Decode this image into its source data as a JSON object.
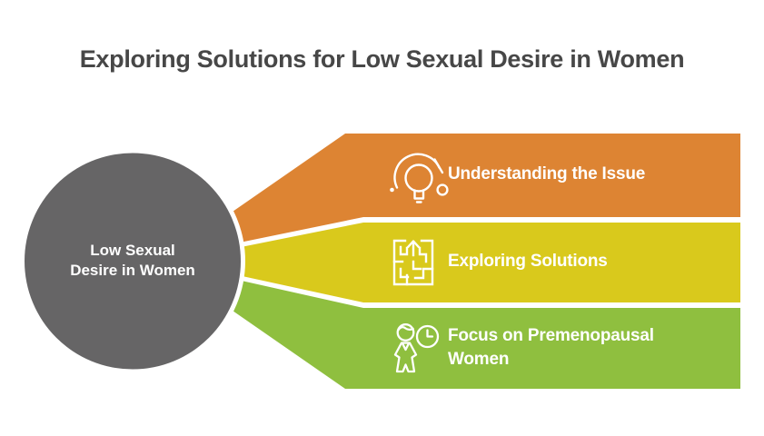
{
  "title": {
    "text": "Exploring Solutions for Low Sexual Desire in Women",
    "color": "#474747"
  },
  "center_node": {
    "line1": "Low Sexual",
    "line2": "Desire in Women",
    "fill": "#666566",
    "text_color": "#ffffff"
  },
  "branches": [
    {
      "id": "understanding-the-issue",
      "label": "Understanding the Issue",
      "color": "#DD8433",
      "icon": "idea-lightbulb-cycle-icon"
    },
    {
      "id": "exploring-solutions",
      "label": "Exploring Solutions",
      "color": "#D9C91C",
      "icon": "maze-arrow-icon"
    },
    {
      "id": "focus-on-premenopausal-women",
      "label": "Focus on Premenopausal Women",
      "color": "#8FBF3F",
      "icon": "woman-clock-icon"
    }
  ]
}
